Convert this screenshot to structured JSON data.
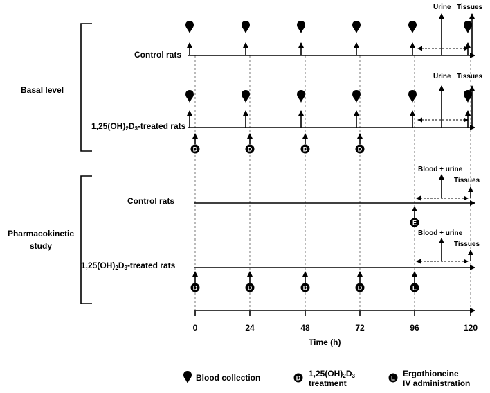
{
  "groups": {
    "basal": "Basal level",
    "pk": "Pharmacokinetic\nstudy"
  },
  "rows": {
    "control": "Control rats",
    "treated_pre": "1,25(OH)",
    "treated_sub": "2",
    "treated_mid": "D",
    "treated_sub2": "3",
    "treated_post": "-treated rats"
  },
  "annotations": {
    "urine": "Urine",
    "tissues": "Tissues",
    "blood_urine": "Blood + urine"
  },
  "markers": {
    "d": "D",
    "e": "E"
  },
  "axis": {
    "ticks": [
      "0",
      "24",
      "48",
      "72",
      "96",
      "120"
    ],
    "label": "Time (h)"
  },
  "legend": {
    "blood": "Blood collection",
    "d_line1_pre": "1,25(OH)",
    "d_line1_sub": "2",
    "d_line1_mid": "D",
    "d_line1_sub2": "3",
    "d_line2": "treatment",
    "e_line1": "Ergothioneine",
    "e_line2": "IV administration"
  },
  "colors": {
    "ink": "#000000",
    "background": "#ffffff"
  }
}
